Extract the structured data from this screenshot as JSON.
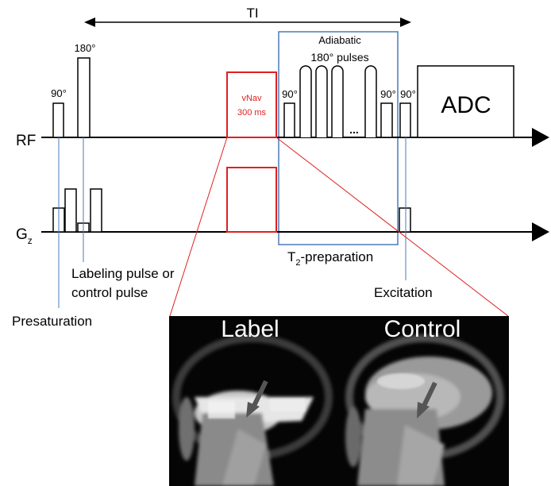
{
  "diagram": {
    "ti_label": "TI",
    "adiabatic_line1": "Adiabatic",
    "adiabatic_line2": "180° pulses",
    "rf_axis_label": "RF",
    "gz_axis_label_main": "G",
    "gz_axis_label_sub": "z",
    "pulse_90_left": "90°",
    "pulse_180_left": "180°",
    "pulse_90_t2_start": "90°",
    "pulse_90_t2_end": "90°",
    "pulse_90_excitation": "90°",
    "ellipsis": "...",
    "vnav_line1": "vNav",
    "vnav_line2": "300 ms",
    "adc_label": "ADC",
    "t2prep_prefix": "T",
    "t2prep_sub": "2",
    "t2prep_suffix": "-preparation",
    "labeling_line1": "Labeling pulse or",
    "labeling_line2": "control pulse",
    "presaturation_label": "Presaturation",
    "excitation_label": "Excitation",
    "image_label_left": "Label",
    "image_label_right": "Control"
  },
  "colors": {
    "red": "#e02020",
    "blue": "#4a7bb7",
    "black": "#000000"
  }
}
